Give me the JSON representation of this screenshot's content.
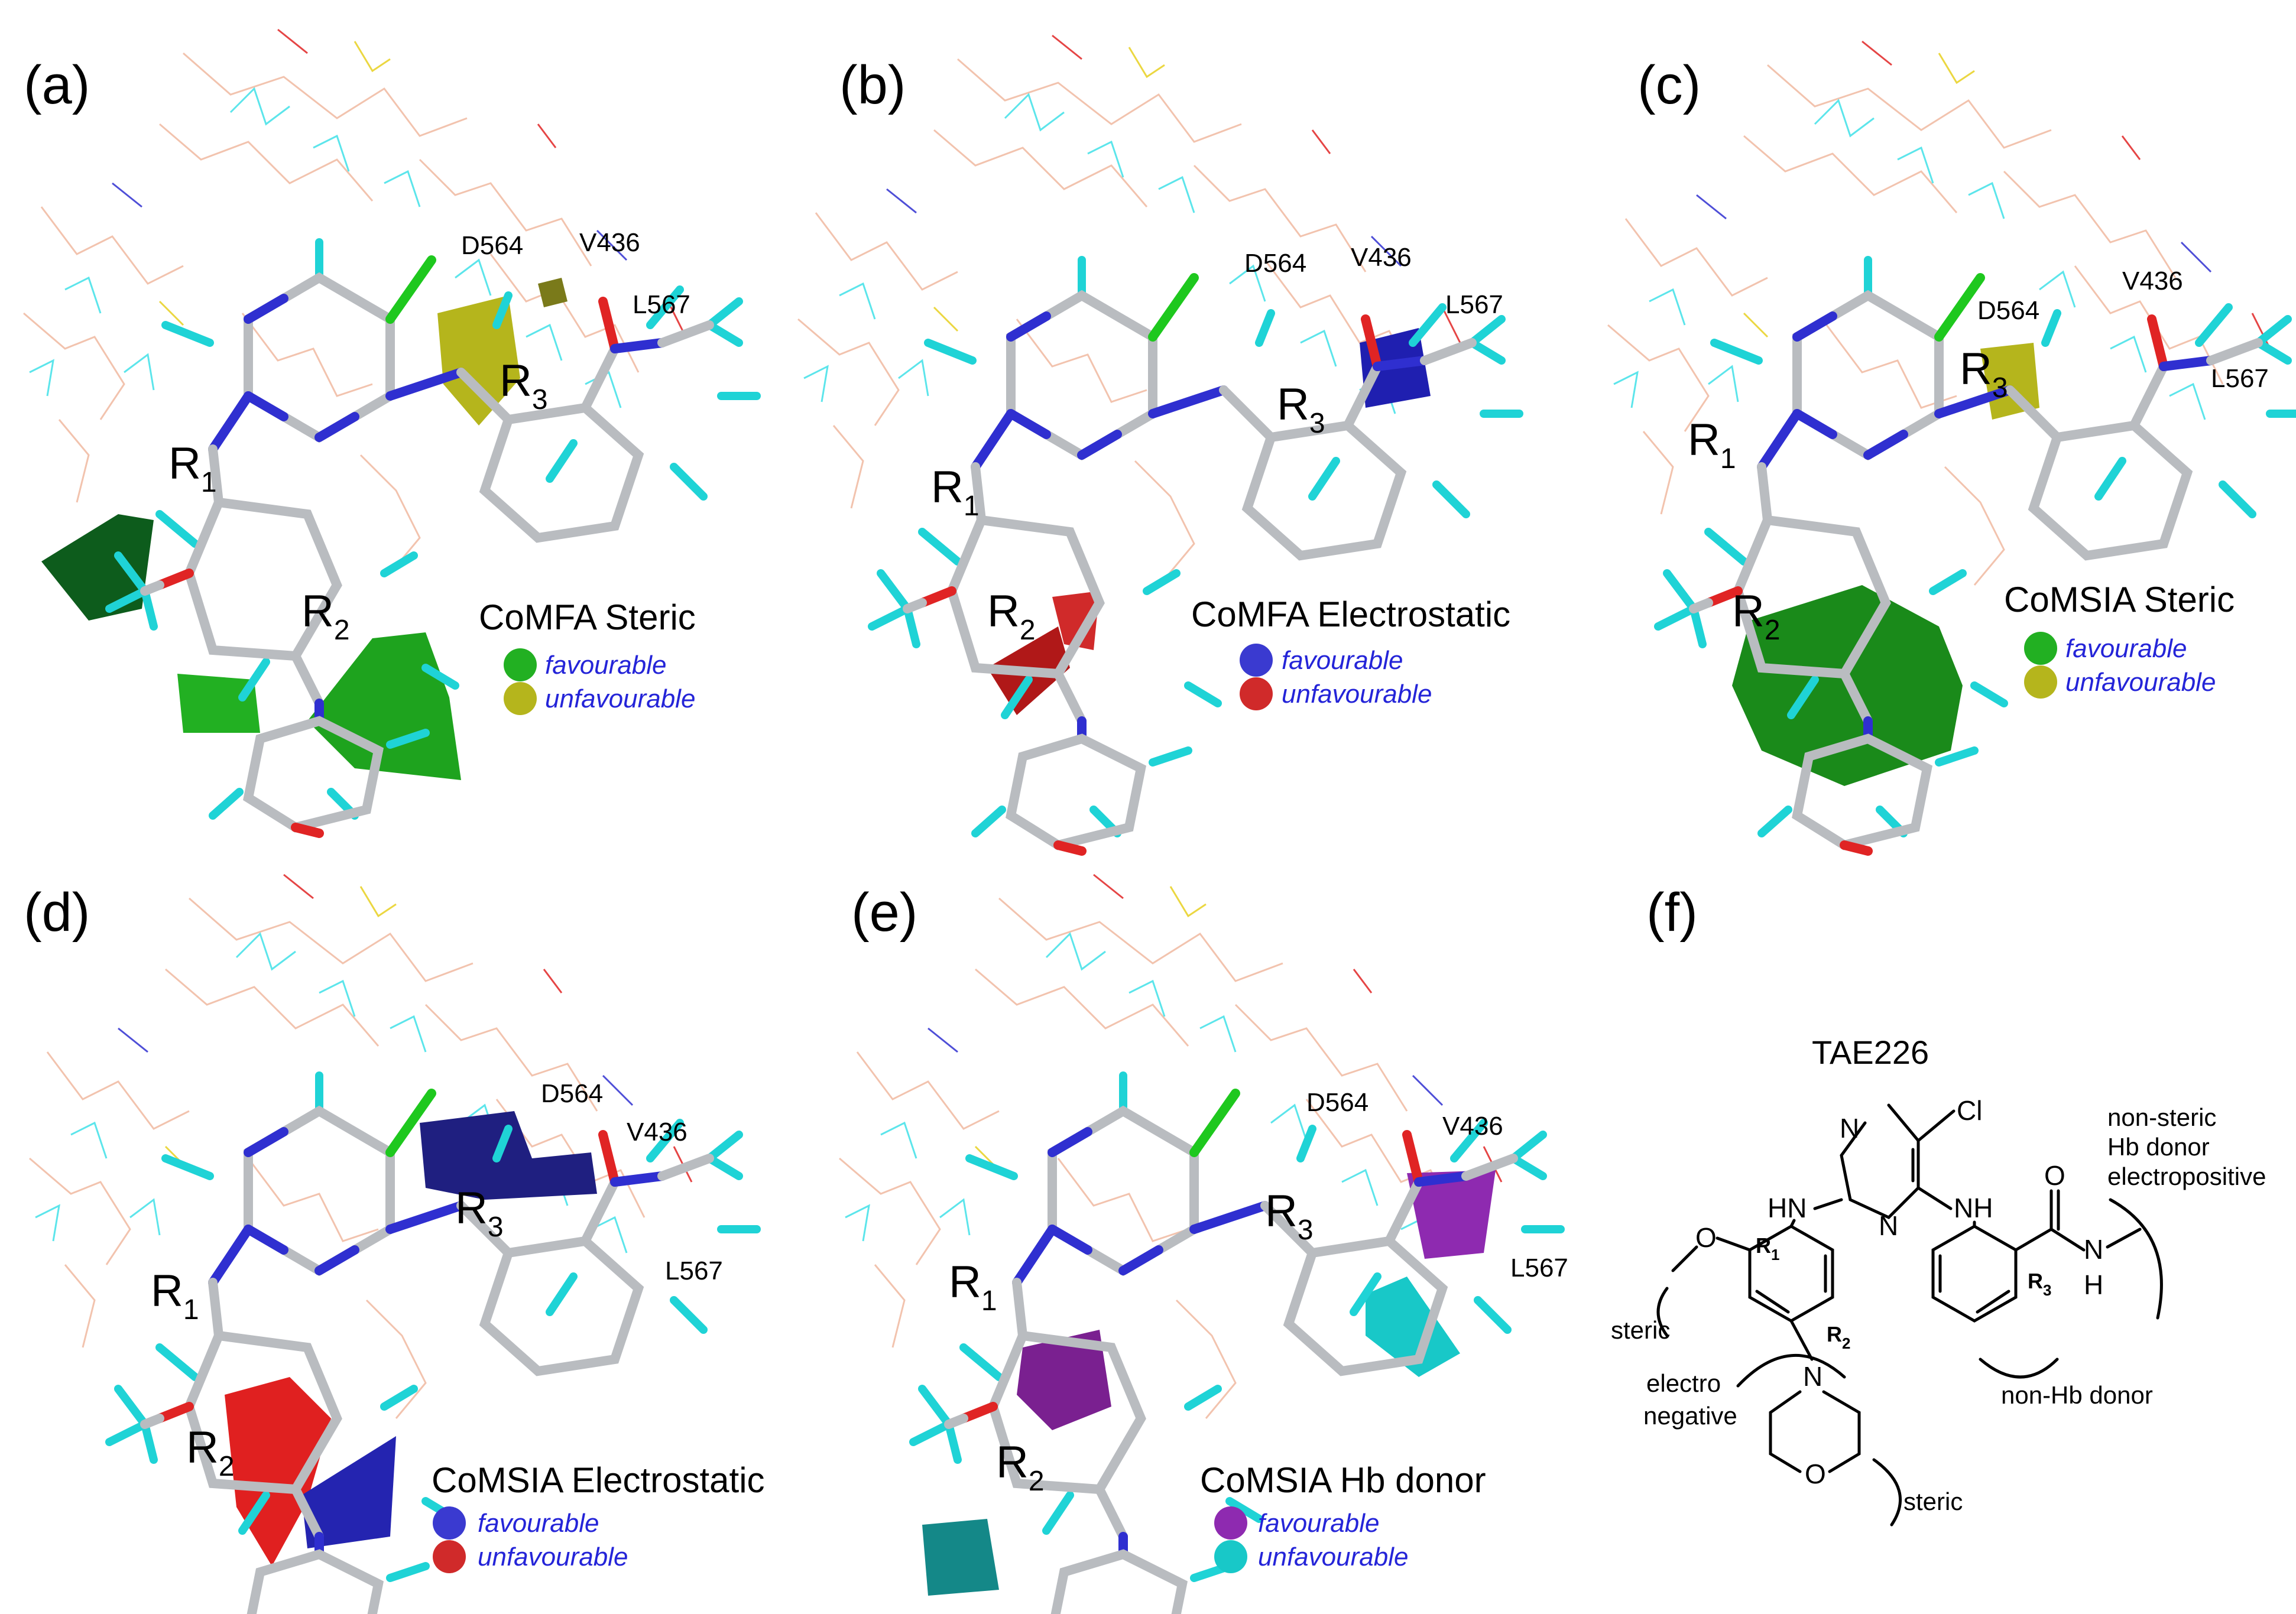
{
  "panels": [
    {
      "id": "a",
      "label": "(a)",
      "residues": [
        "D564",
        "V436",
        "L567"
      ],
      "substituents": [
        {
          "base": "R",
          "sub": "1"
        },
        {
          "base": "R",
          "sub": "2"
        },
        {
          "base": "R",
          "sub": "3"
        }
      ],
      "legend": {
        "title": "CoMFA Steric",
        "items": [
          {
            "label": "favourable",
            "color": "#22b022"
          },
          {
            "label": "unfavourable",
            "color": "#b5b51c"
          }
        ]
      }
    },
    {
      "id": "b",
      "label": "(b)",
      "residues": [
        "D564",
        "V436",
        "L567"
      ],
      "substituents": [
        {
          "base": "R",
          "sub": "1"
        },
        {
          "base": "R",
          "sub": "2"
        },
        {
          "base": "R",
          "sub": "3"
        }
      ],
      "legend": {
        "title": "CoMFA Electrostatic",
        "items": [
          {
            "label": "favourable",
            "color": "#3a3ad0"
          },
          {
            "label": "unfavourable",
            "color": "#d02a2a"
          }
        ]
      }
    },
    {
      "id": "c",
      "label": "(c)",
      "residues": [
        "D564",
        "V436",
        "L567"
      ],
      "substituents": [
        {
          "base": "R",
          "sub": "1"
        },
        {
          "base": "R",
          "sub": "2"
        },
        {
          "base": "R",
          "sub": "3"
        }
      ],
      "legend": {
        "title": "CoMSIA Steric",
        "items": [
          {
            "label": "favourable",
            "color": "#22b022"
          },
          {
            "label": "unfavourable",
            "color": "#b5b51c"
          }
        ]
      }
    },
    {
      "id": "d",
      "label": "(d)",
      "residues": [
        "D564",
        "V436",
        "L567"
      ],
      "substituents": [
        {
          "base": "R",
          "sub": "1"
        },
        {
          "base": "R",
          "sub": "2"
        },
        {
          "base": "R",
          "sub": "3"
        }
      ],
      "legend": {
        "title": "CoMSIA Electrostatic",
        "items": [
          {
            "label": "favourable",
            "color": "#3a3ad0"
          },
          {
            "label": "unfavourable",
            "color": "#d02a2a"
          }
        ]
      }
    },
    {
      "id": "e",
      "label": "(e)",
      "residues": [
        "D564",
        "V436",
        "L567"
      ],
      "substituents": [
        {
          "base": "R",
          "sub": "1"
        },
        {
          "base": "R",
          "sub": "2"
        },
        {
          "base": "R",
          "sub": "3"
        }
      ],
      "legend": {
        "title": "CoMSIA Hb donor",
        "items": [
          {
            "label": "favourable",
            "color": "#8e2ab0"
          },
          {
            "label": "unfavourable",
            "color": "#18c8c8"
          }
        ]
      }
    }
  ],
  "schematic": {
    "label": "(f)",
    "title": "TAE226",
    "atoms": {
      "cl": "Cl",
      "n1": "N",
      "n2": "N",
      "hn_left": "HN",
      "nh_right": "NH",
      "o_carbonyl": "O",
      "n_amide": "N",
      "h_amide": "H",
      "o_methoxy": "O",
      "n_morph": "N",
      "o_morph": "O"
    },
    "r_labels": [
      "R",
      "R",
      "R"
    ],
    "r_subs": [
      "1",
      "2",
      "3"
    ],
    "annotations": {
      "steric_left": "steric",
      "electro_line1": "electro",
      "electro_line2": "negative",
      "steric_bottom": "steric",
      "non_hb_donor": "non-Hb donor",
      "top_right_1": "non-steric",
      "top_right_2": "Hb donor",
      "top_right_3": "electropositive"
    }
  },
  "colors": {
    "carbon": "#b9bcc0",
    "nitrogen": "#2f2fd0",
    "hydrogen": "#1fd3d6",
    "chlorine": "#1ec81e",
    "oxygen": "#e02424",
    "protein_carbon": "#f0b8a0",
    "protein_hydrogen": "#3fe0e8"
  }
}
